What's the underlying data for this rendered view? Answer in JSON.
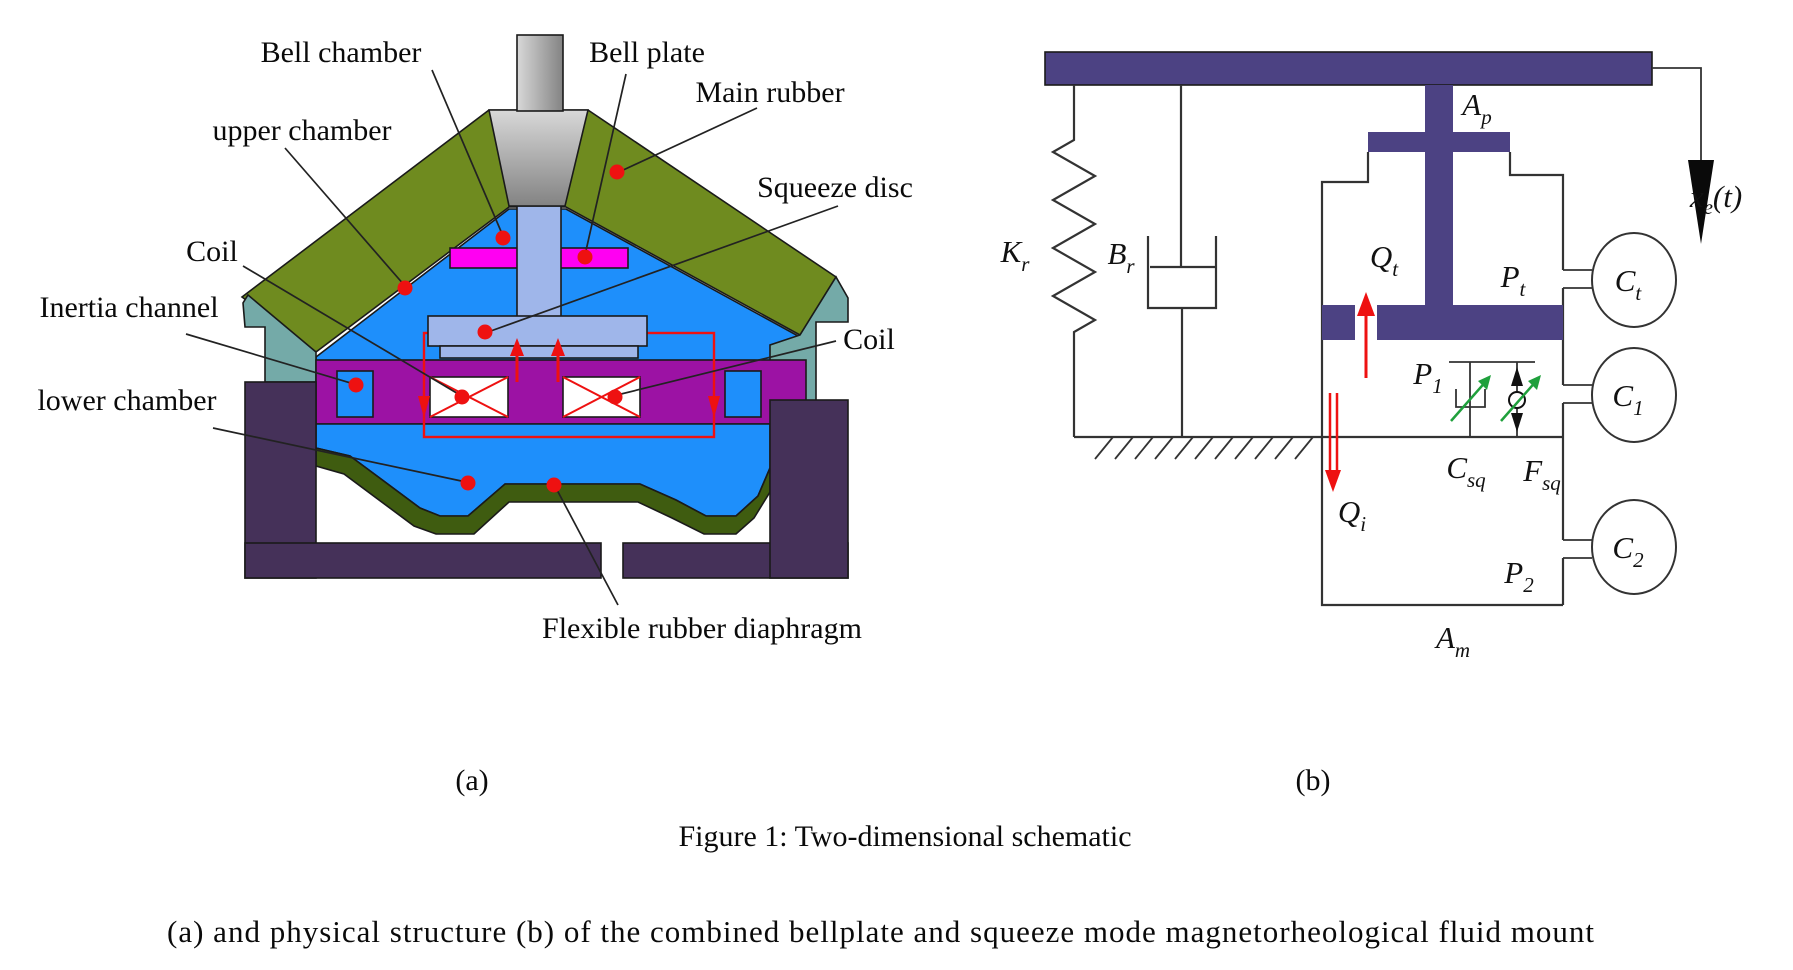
{
  "colors": {
    "fluid_blue": "#1e8ffb",
    "plate_blue": "#9fb6ea",
    "disc_magenta": "#ff00f2",
    "coil_band_purple": "#9c12a4",
    "housing_purple": "#453159",
    "roof_olive": "#6f8b1f",
    "diaphragm_green": "#3f5c10",
    "teal": "#74aaa8",
    "frame_indigo": "#4c4283",
    "arrow_red": "#ee1111",
    "arrow_green": "#1fa03c",
    "shaft_gray_light": "#d8d8d8",
    "shaft_gray_dark": "#838383"
  },
  "panel_a": {
    "tag": "(a)",
    "labels": {
      "bell_chamber": "Bell chamber",
      "bell_plate": "Bell plate",
      "main_rubber": "Main rubber",
      "upper_chamber": "upper chamber",
      "squeeze_disc": "Squeeze disc",
      "coil_left": "Coil",
      "coil_right": "Coil",
      "inertia_channel": "Inertia channel",
      "lower_chamber": "lower chamber",
      "flexible_rubber_diaphragm": "Flexible rubber diaphragm"
    }
  },
  "panel_b": {
    "tag": "(b)",
    "symbols": {
      "kr": {
        "main": "K",
        "sub": "r"
      },
      "br": {
        "main": "B",
        "sub": "r"
      },
      "ap": {
        "main": "A",
        "sub": "p"
      },
      "xe": {
        "main": "x",
        "sub": "e",
        "rest": "(t)"
      },
      "qt": {
        "main": "Q",
        "sub": "t"
      },
      "qi": {
        "main": "Q",
        "sub": "i"
      },
      "pt": {
        "main": "P",
        "sub": "t"
      },
      "p1": {
        "main": "P",
        "sub": "1"
      },
      "p2": {
        "main": "P",
        "sub": "2"
      },
      "csq": {
        "main": "C",
        "sub": "sq"
      },
      "fsq": {
        "main": "F",
        "sub": "sq"
      },
      "ct": {
        "main": "C",
        "sub": "t"
      },
      "c1": {
        "main": "C",
        "sub": "1"
      },
      "c2": {
        "main": "C",
        "sub": "2"
      },
      "am": {
        "main": "A",
        "sub": "m"
      }
    }
  },
  "caption": {
    "title": "Figure 1: Two-dimensional schematic",
    "subtitle": "(a) and physical structure (b) of the combined bellplate and squeeze mode magnetorheological fluid mount"
  }
}
